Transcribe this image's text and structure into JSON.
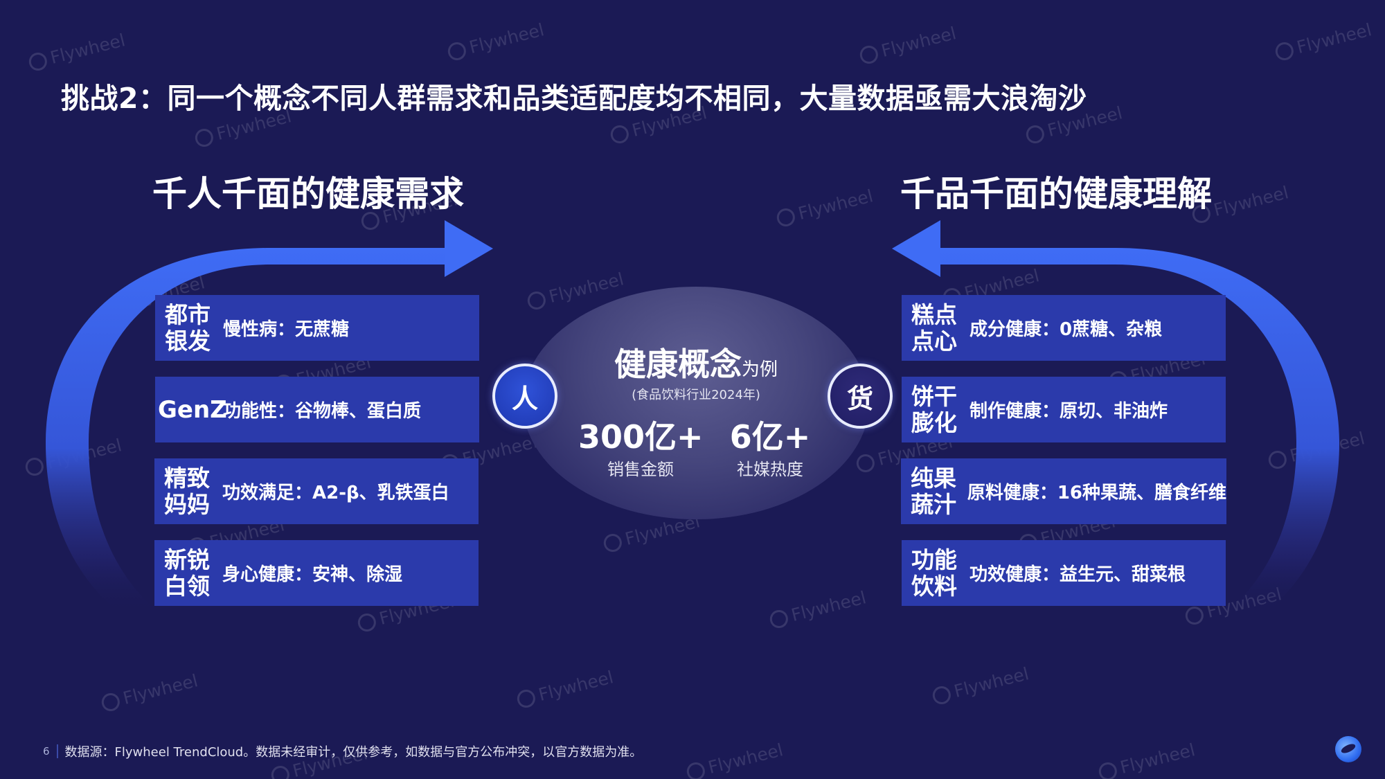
{
  "title": "挑战2：同一个概念不同人群需求和品类适配度均不相同，大量数据亟需大浪淘沙",
  "left_section": {
    "heading": "千人千面的健康需求",
    "cards": [
      {
        "tag": "都市银发",
        "text": "慢性病：无蔗糖"
      },
      {
        "tag": "GenZ",
        "text": "功能性：谷物棒、蛋白质"
      },
      {
        "tag": "精致妈妈",
        "text": "功效满足：A2-β、乳铁蛋白"
      },
      {
        "tag": "新锐白领",
        "text": "身心健康：安神、除湿"
      }
    ]
  },
  "right_section": {
    "heading": "千品千面的健康理解",
    "cards": [
      {
        "tag": "糕点点心",
        "text": "成分健康：0蔗糖、杂粮"
      },
      {
        "tag": "饼干膨化",
        "text": "制作健康：原切、非油炸"
      },
      {
        "tag": "纯果蔬汁",
        "text": "原料健康：16种果蔬、膳食纤维"
      },
      {
        "tag": "功能饮料",
        "text": "功效健康：益生元、甜菜根"
      }
    ]
  },
  "center": {
    "concept": "健康概念",
    "concept_suffix": "为例",
    "subtitle": "(食品饮料行业2024年)",
    "stats": [
      {
        "value": "300亿+",
        "label": "销售金额"
      },
      {
        "value": "6亿+",
        "label": "社媒热度"
      }
    ]
  },
  "badges": {
    "left": "人",
    "right": "货"
  },
  "footer": {
    "page_number": "6",
    "source": "数据源：Flywheel TrendCloud。数据未经审计，仅供参考，如数据与官方公布冲突，以官方数据为准。"
  },
  "watermark_text": "Flywheel",
  "colors": {
    "background": "#1b1a55",
    "card": "#2b3aab",
    "arc": "#3f6cf5"
  }
}
